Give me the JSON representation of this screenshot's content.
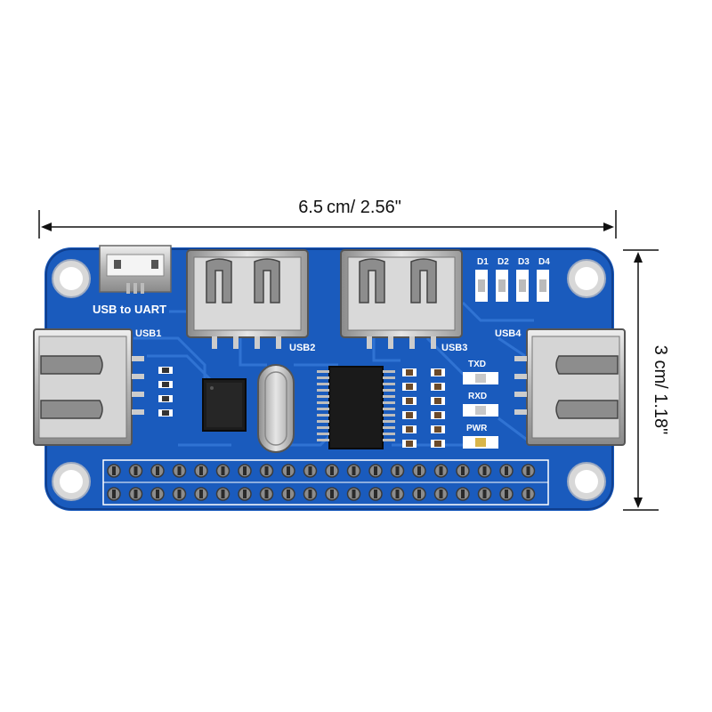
{
  "dimensions": {
    "width_label": "6.5 cm/  2.56\"",
    "height_label": "3 cm/ 1.18\""
  },
  "board": {
    "labels": {
      "usb_to_uart": "USB to UART",
      "usb1": "USB1",
      "usb2": "USB2",
      "usb3": "USB3",
      "usb4": "USB4",
      "d1": "D1",
      "d2": "D2",
      "d3": "D3",
      "d4": "D4",
      "txd": "TXD",
      "rxd": "RXD",
      "pwr": "PWR"
    },
    "colors": {
      "pcb": "#1858b8",
      "pcb_dark": "#0f3f8f",
      "trace": "#2d6fd0",
      "silk": "#ffffff",
      "metal": "#c9c9c9",
      "chip": "#1a1a1a"
    },
    "gpio_pins_per_row": 20
  }
}
